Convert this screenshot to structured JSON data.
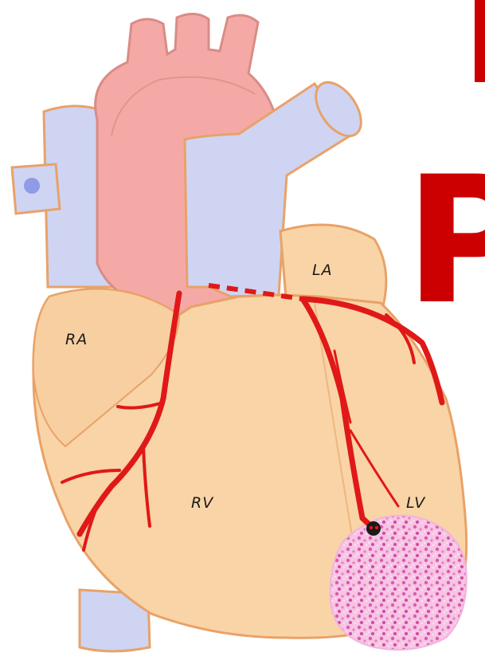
{
  "labels": {
    "ra": "RA",
    "la": "LA",
    "rv": "RV",
    "lv": "LV"
  },
  "overlay_text": {
    "cropped_letter": "P"
  },
  "colors": {
    "heart_fill": "#f9d4a6",
    "heart_outline": "#e8a268",
    "aorta_fill": "#f5a9a6",
    "aorta_outline": "#d98c86",
    "vessel_blue_fill": "#cfd4f2",
    "vessel_blue_outline": "#e8a268",
    "coronary_red": "#e01818",
    "infarct_pink": "#e889c4",
    "title_red": "#cc0000"
  },
  "icons": {
    "occlusion": "occlusion-dot-icon"
  }
}
